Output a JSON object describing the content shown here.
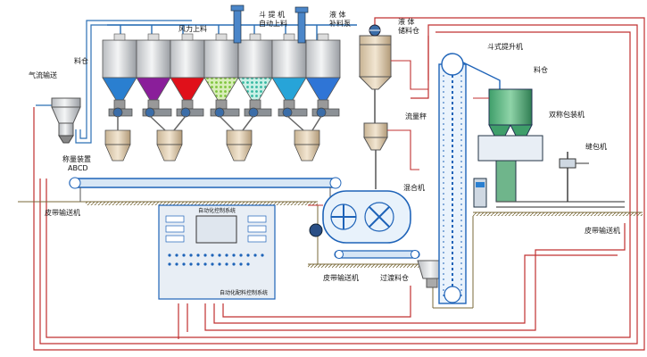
{
  "labels": {
    "pneumatic_conveying": "气流输送",
    "silo_left": "料仓",
    "weighing_device": "称量装置",
    "weighing_abcd": "ABCD",
    "wind_feeding": "风力上料",
    "bucket_machine": "斗 提 机",
    "auto_feeding": "自动上料",
    "liquid_feeder": "液 体",
    "liquid_feeder_2": "补料泵",
    "liquid_tank": "液 体",
    "liquid_tank_2": "储料仓",
    "flow_scale": "流量秤",
    "mixer": "混合机",
    "bucket_elevator": "斗式提升机",
    "silo_right": "料仓",
    "double_packing": "双称包装机",
    "sewing_machine": "缝包机",
    "belt_conveyor_left": "皮带输送机",
    "belt_conveyor_mid": "皮带输送机",
    "transition_bin": "过渡料仓",
    "belt_conveyor_right": "皮带输送机",
    "control_cabinet_title": "自动化控制系统",
    "control_cabinet_footer": "自动化配料控制系统"
  },
  "colors": {
    "silo_blue": "#2a7fd0",
    "silo_purple": "#8a1e9a",
    "silo_red": "#e0101a",
    "silo_green_dots": "#7dc43a",
    "silo_teal_dots": "#32b7a0",
    "silo_cyan": "#27a4d8",
    "silo_blue2": "#2f75d6",
    "pipe_red": "#c03030",
    "conveyor_blue": "#1e63b8",
    "ground": "#7a6a3a"
  }
}
